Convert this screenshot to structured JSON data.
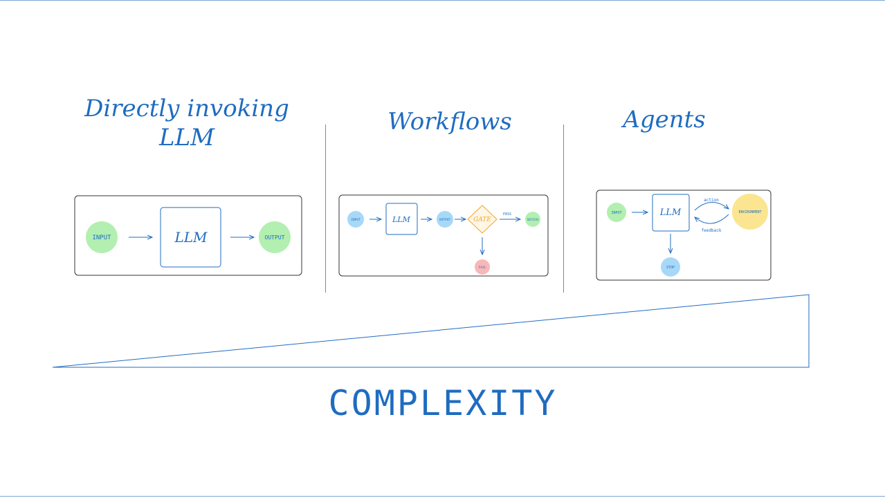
{
  "headings": {
    "direct": "Directly invoking LLM",
    "workflows": "Workflows",
    "agents": "Agents"
  },
  "direct_diagram": {
    "input": "INPUT",
    "llm": "LLM",
    "output": "OUTPUT"
  },
  "workflow_diagram": {
    "input": "INPUT",
    "llm": "LLM",
    "output": "OUTPUT",
    "gate": "GATE",
    "pass": "PASS",
    "success": "SUCCESS",
    "fail": "FAIL"
  },
  "agent_diagram": {
    "input": "INPUT",
    "llm": "LLM",
    "action": "action",
    "feedback": "feedback",
    "environment": "ENVIRONMENT",
    "stop": "STOP"
  },
  "footer": {
    "complexity": "COMPLEXITY"
  },
  "colors": {
    "accent": "#1f6cc0",
    "input_node": "#b2efb0",
    "output_node": "#b2efb0",
    "workflow_node": "#a8d8f8",
    "fail_node": "#f8b8b8",
    "gate": "#f5a623",
    "environment_node": "#fbe590"
  }
}
